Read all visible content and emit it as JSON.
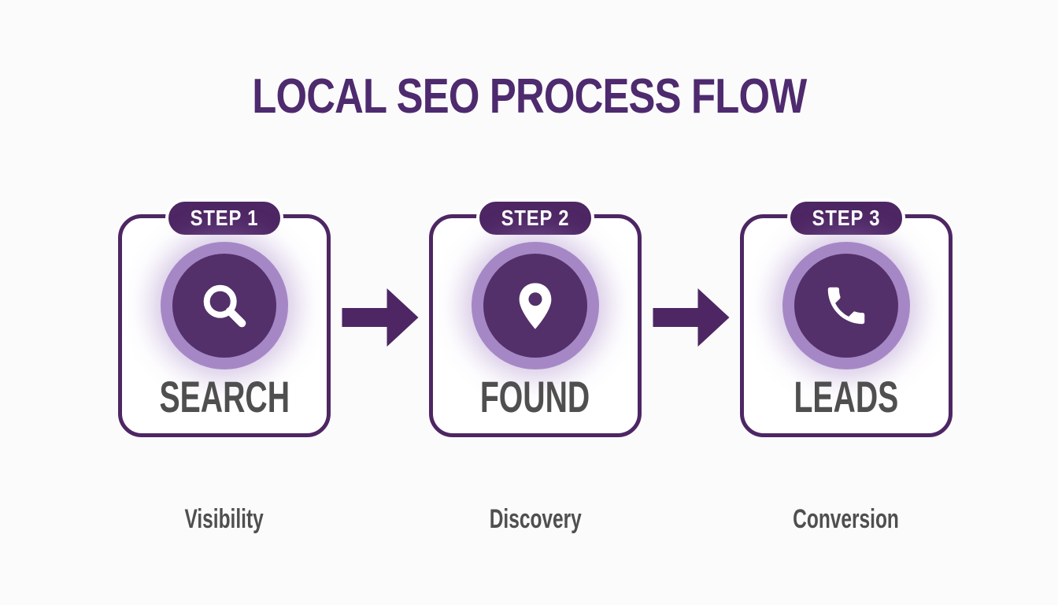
{
  "title": "LOCAL SEO PROCESS FLOW",
  "colors": {
    "title_color": "#4e2a6e",
    "purple_dark": "#4d2663",
    "purple_light": "#a687c6",
    "circle_fill": "#533069",
    "gray_text": "#4f4f4f",
    "background": "#fbfbfc",
    "card_bg": "#ffffff"
  },
  "steps": [
    {
      "badge": "STEP 1",
      "label": "SEARCH",
      "icon": "search-icon",
      "caption": "Visibility"
    },
    {
      "badge": "STEP 2",
      "label": "FOUND",
      "icon": "map-pin-icon",
      "caption": "Discovery"
    },
    {
      "badge": "STEP 3",
      "label": "LEADS",
      "icon": "phone-icon",
      "caption": "Conversion"
    }
  ],
  "connectors": [
    {
      "icon": "arrow-right-icon"
    },
    {
      "icon": "arrow-right-icon"
    }
  ]
}
